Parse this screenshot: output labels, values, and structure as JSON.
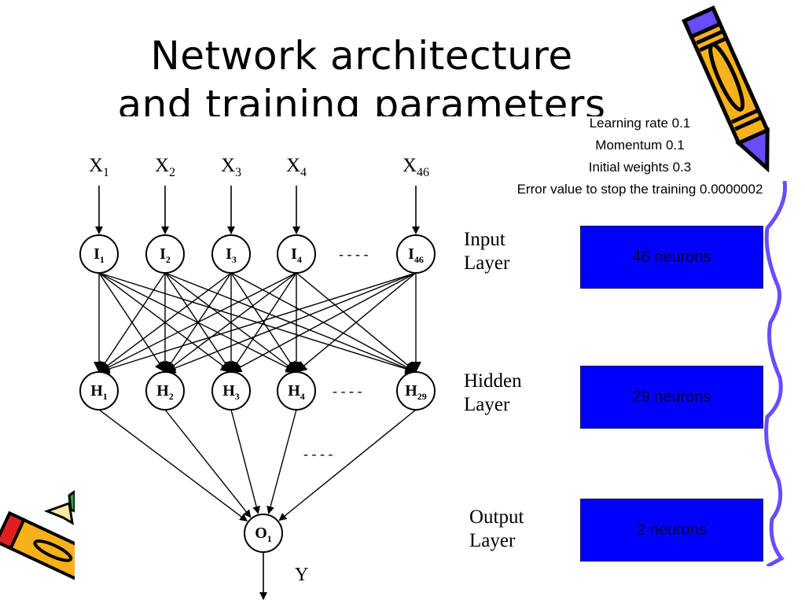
{
  "slide": {
    "title_line1": "Network architecture",
    "title_line2": "and training parameters"
  },
  "parameters": [
    {
      "label": "Learning rate 0.1"
    },
    {
      "label": "Momentum 0.1"
    },
    {
      "label": "Initial weights 0.3"
    },
    {
      "label": "Error value to stop the training 0.0000002"
    }
  ],
  "network": {
    "inputs": [
      "X",
      "X",
      "X",
      "X",
      "X"
    ],
    "input_subs": [
      "1",
      "2",
      "3",
      "4",
      "46"
    ],
    "input_nodes": [
      "I",
      "I",
      "I",
      "I",
      "I"
    ],
    "input_node_subs": [
      "1",
      "2",
      "3",
      "4",
      "46"
    ],
    "hidden_nodes": [
      "H",
      "H",
      "H",
      "H",
      "H"
    ],
    "hidden_node_subs": [
      "1",
      "2",
      "3",
      "4",
      "29"
    ],
    "output_node": "O",
    "output_node_sub": "1",
    "output_label": "Y",
    "ellipsis": "- - - -"
  },
  "layers": [
    {
      "label_line1": "Input",
      "label_line2": "Layer",
      "neurons": "46 neurons",
      "count": 46
    },
    {
      "label_line1": "Hidden",
      "label_line2": "Layer",
      "neurons": "29 neurons",
      "count": 29
    },
    {
      "label_line1": "Output",
      "label_line2": "Layer",
      "neurons": "2 neurons",
      "count": 2
    }
  ],
  "colors": {
    "box_fill": "#0000ff",
    "pencil_body": "#f7b21b",
    "pencil_accent": "#6a4cff",
    "squiggle": "#6a4cff"
  }
}
